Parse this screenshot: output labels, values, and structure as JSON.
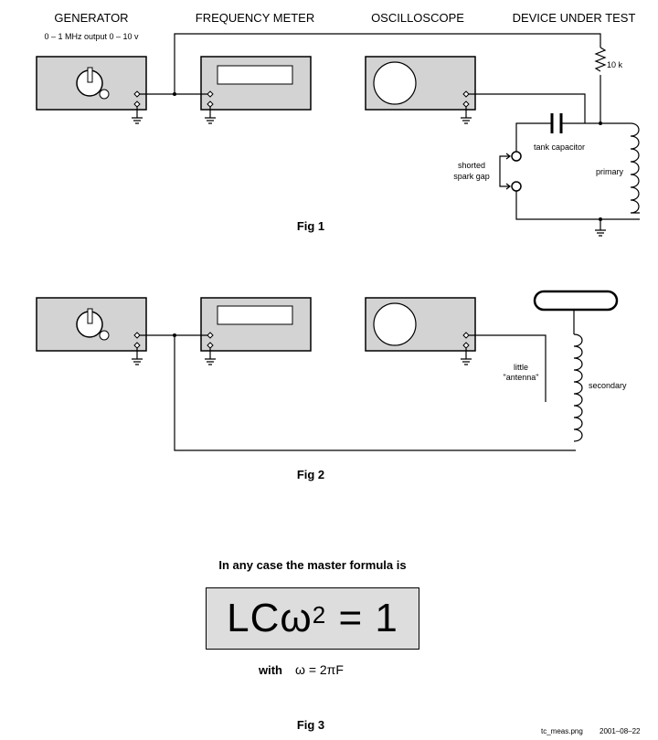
{
  "fig1": {
    "instrument_labels": [
      "GENERATOR",
      "FREQUENCY METER",
      "OSCILLOSCOPE",
      "DEVICE UNDER TEST"
    ],
    "generator_spec": "0 – 1 MHz   output 0 – 10 v",
    "resistor": "10 k",
    "tank_capacitor": "tank capacitor",
    "spark_gap_line1": "shorted",
    "spark_gap_line2": "spark gap",
    "primary": "primary",
    "caption": "Fig 1"
  },
  "fig2": {
    "antenna_line1": "little",
    "antenna_line2": "\"antenna\"",
    "secondary": "secondary",
    "caption": "Fig 2"
  },
  "fig3": {
    "intro": "In any case the master formula is",
    "formula_main": "LCω",
    "formula_exp": "2",
    "formula_rest": " = 1",
    "with_text": "with",
    "omega_def": "ω = 2πF",
    "caption": "Fig 3"
  },
  "footer": {
    "filename": "tc_meas.png",
    "date": "2001–08–22"
  }
}
